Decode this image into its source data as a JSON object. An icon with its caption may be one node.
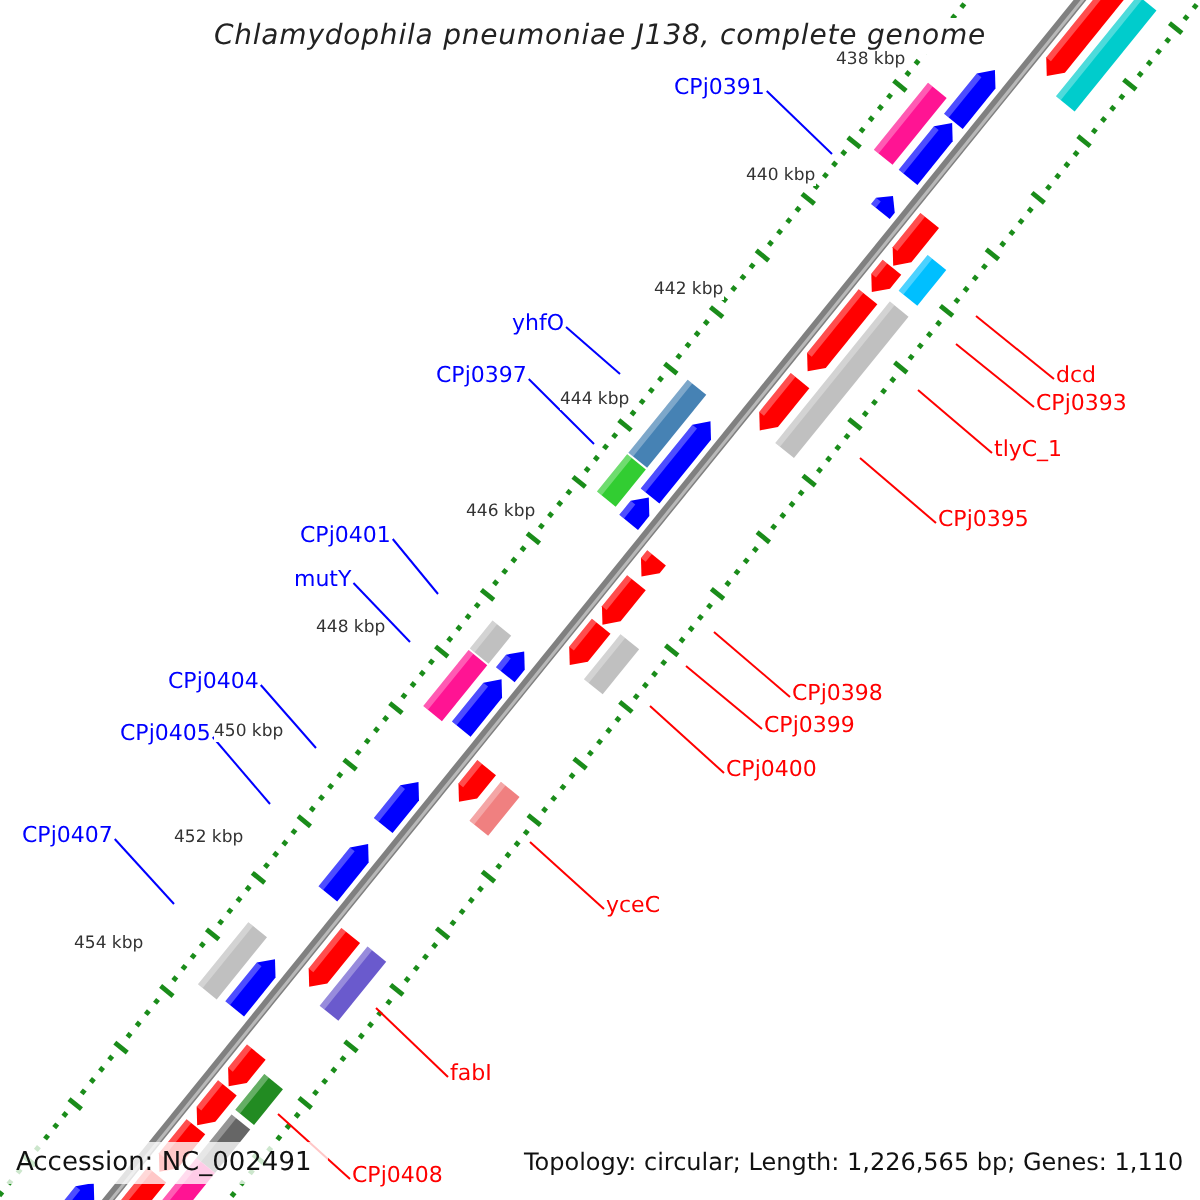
{
  "diagram": {
    "title": "Chlamydophila pneumoniae J138, complete genome",
    "nodes": [
      {
        "text": [
          "CPj0391"
        ]
      },
      {
        "text": [
          "yhfO"
        ]
      },
      {
        "text": [
          "dcd"
        ]
      },
      {
        "text": [
          "CPj0397"
        ]
      },
      {
        "text": [
          "CPj0393"
        ]
      },
      {
        "text": [
          "tlyC_1"
        ]
      },
      {
        "text": [
          "CPj0395"
        ]
      },
      {
        "text": [
          "CPj0401"
        ]
      },
      {
        "text": [
          "mutY"
        ]
      },
      {
        "text": [
          "CPj0404"
        ]
      },
      {
        "text": [
          "CPj0398"
        ]
      },
      {
        "text": [
          "CPj0399"
        ]
      },
      {
        "text": [
          "CPj0405"
        ]
      },
      {
        "text": [
          "CPj0400"
        ]
      },
      {
        "text": [
          "CPj0407"
        ]
      },
      {
        "text": [
          "yceC"
        ]
      },
      {
        "text": [
          "fabI"
        ]
      },
      {
        "text": [
          "CPj0408"
        ]
      }
    ],
    "edges": [
      {
        "from": 0,
        "to": null,
        "arrow": "none",
        "color": "#0000ff"
      },
      {
        "from": 1,
        "to": null,
        "arrow": "none",
        "color": "#0000ff"
      },
      {
        "from": 2,
        "to": null,
        "arrow": "none"
      },
      {
        "from": 3,
        "to": null,
        "arrow": "none",
        "color": "#0000ff"
      },
      {
        "from": 4,
        "to": null,
        "arrow": "none"
      },
      {
        "from": 5,
        "to": null,
        "arrow": "none"
      },
      {
        "from": 6,
        "to": null,
        "arrow": "none"
      },
      {
        "from": 7,
        "to": null,
        "arrow": "none",
        "color": "#0000ff"
      },
      {
        "from": 8,
        "to": null,
        "arrow": "none",
        "color": "#0000ff"
      },
      {
        "from": 9,
        "to": null,
        "arrow": "none",
        "color": "#0000ff"
      },
      {
        "from": 10,
        "to": null,
        "arrow": "none"
      },
      {
        "from": 11,
        "to": null,
        "arrow": "none"
      },
      {
        "from": 12,
        "to": null,
        "arrow": "none",
        "color": "#0000ff"
      },
      {
        "from": 13,
        "to": null,
        "arrow": "none"
      },
      {
        "from": 14,
        "to": null,
        "arrow": "none",
        "color": "#0000ff"
      },
      {
        "from": 15,
        "to": null,
        "arrow": "none"
      },
      {
        "from": 16,
        "to": null,
        "arrow": "none"
      },
      {
        "from": 17,
        "to": null,
        "arrow": "none"
      }
    ],
    "labels": [
      "438 kbp",
      "440 kbp",
      "442 kbp",
      "444 kbp",
      "446 kbp",
      "448 kbp",
      "450 kbp",
      "452 kbp",
      "454 kbp",
      "Accession: NC_002491",
      "Topology: circular; Length: 1,226,565 bp; Genes: 1,110"
    ]
  }
}
